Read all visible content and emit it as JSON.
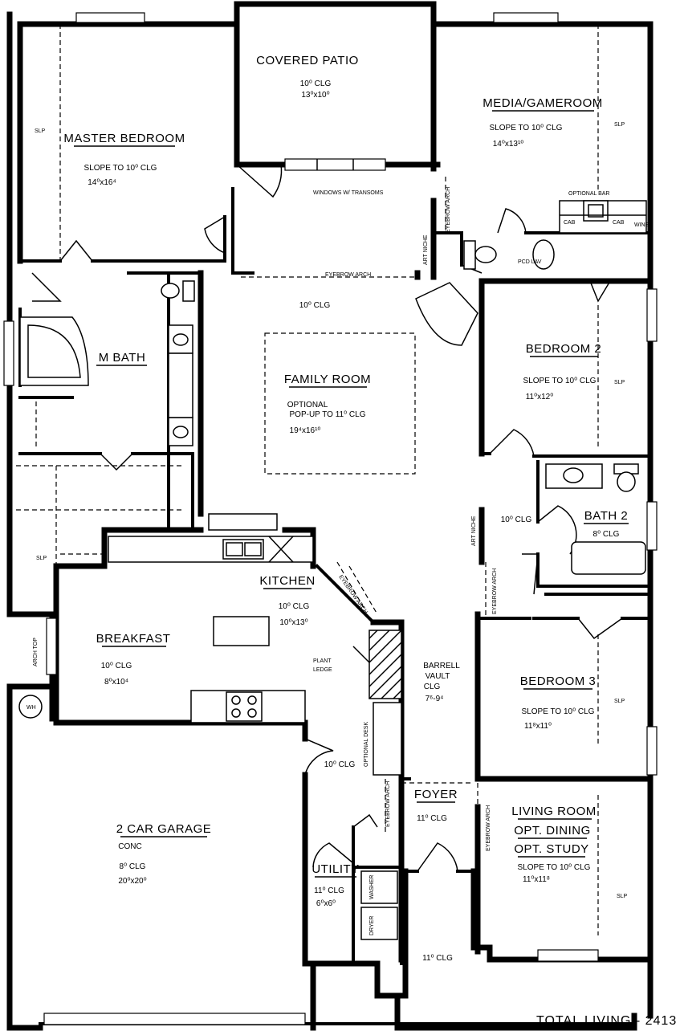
{
  "rooms": {
    "covered_patio": {
      "name": "COVERED PATIO",
      "clg": "10⁰ CLG",
      "size": "13⁰x10⁰"
    },
    "master_bedroom": {
      "name": "MASTER BEDROOM",
      "clg": "SLOPE TO 10⁰ CLG",
      "size": "14⁰x16⁴"
    },
    "media_gameroom": {
      "name": "MEDIA/GAMEROOM",
      "clg": "SLOPE TO 10⁰ CLG",
      "size": "14⁰x13¹⁰"
    },
    "m_bath": {
      "name": "M BATH"
    },
    "family_room": {
      "name": "FAMILY ROOM",
      "clg": "10⁰ CLG",
      "optional": "OPTIONAL",
      "popup": "POP-UP TO 11⁰ CLG",
      "size": "19⁴x16¹⁰"
    },
    "bedroom_2": {
      "name": "BEDROOM 2",
      "clg": "SLOPE TO 10⁰ CLG",
      "size": "11⁰x12⁰"
    },
    "bath_2": {
      "name": "BATH 2",
      "clg": "8⁰ CLG"
    },
    "hall": {
      "clg": "10⁰ CLG"
    },
    "kitchen": {
      "name": "KITCHEN",
      "clg": "10⁰ CLG",
      "size": "10⁰x13⁰"
    },
    "breakfast": {
      "name": "BREAKFAST",
      "clg": "10⁰ CLG",
      "size": "8⁰x10⁴"
    },
    "barrell_vault": {
      "line1": "BARRELL",
      "line2": "VAULT",
      "line3": "CLG",
      "size": "7⁶-9⁴"
    },
    "bedroom_3": {
      "name": "BEDROOM 3",
      "clg": "SLOPE TO 10⁰ CLG",
      "size": "11⁸x11⁰"
    },
    "garage": {
      "name": "2 CAR GARAGE",
      "floor": "CONC",
      "clg": "8⁰ CLG",
      "size": "20⁰x20⁰"
    },
    "utility": {
      "name": "UTILITY",
      "clg": "11⁰ CLG",
      "size": "6⁰x6⁰"
    },
    "foyer": {
      "name": "FOYER",
      "clg": "11⁰ CLG"
    },
    "entry": {
      "clg": "11⁰ CLG"
    },
    "garage_door_area": {
      "clg": "10⁰ CLG"
    },
    "living_room": {
      "name": "LIVING ROOM",
      "alt1": "OPT. DINING",
      "alt2": "OPT. STUDY",
      "clg": "SLOPE TO 10⁰ CLG",
      "size": "11⁰x11⁸"
    }
  },
  "notes": {
    "windows_transoms": "WINDOWS W/ TRANSOMS",
    "eyebrow_arch": "EYEBROW ARCH",
    "art_niche": "ART NICHE",
    "optional_bar": "OPTIONAL BAR",
    "cab": "CAB",
    "wine": "WINE",
    "pcd_lav": "PCD LAV",
    "plant_ledge_1": "PLANT",
    "plant_ledge_2": "LEDGE",
    "optional_desk": "OPTIONAL DESK",
    "arch_top": "ARCH TOP",
    "wh": "WH",
    "washer": "WASHER",
    "dryer": "DRYER",
    "slp": "SLP"
  },
  "total_living": "TOTAL LIVING - 2413"
}
